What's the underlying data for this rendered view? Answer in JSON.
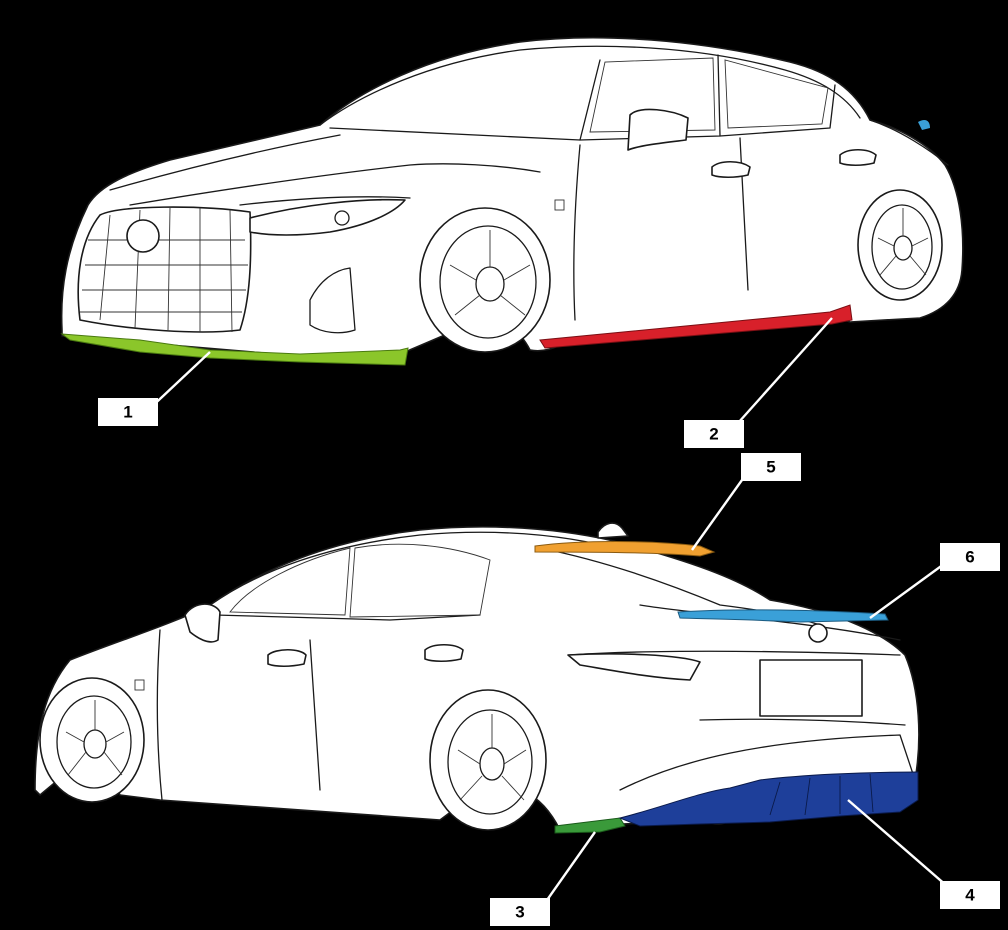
{
  "colors": {
    "background": "#000000",
    "front_lip": "#8bc62a",
    "side_skirt": "#d8202a",
    "rear_side_spoiler": "#3a9a3a",
    "rear_diffuser": "#1e3f9a",
    "roof_spoiler": "#f0a030",
    "trunk_spoiler": "#3aa0d8"
  },
  "callouts": [
    {
      "id": "front_lip",
      "label": "1"
    },
    {
      "id": "side_skirt",
      "label": "2"
    },
    {
      "id": "rear_side_spoiler",
      "label": "3"
    },
    {
      "id": "rear_diffuser",
      "label": "4"
    },
    {
      "id": "roof_spoiler",
      "label": "5"
    },
    {
      "id": "trunk_spoiler",
      "label": "6"
    }
  ]
}
